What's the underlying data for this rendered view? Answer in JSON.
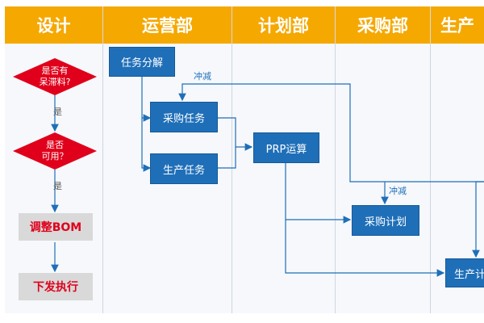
{
  "lanes": [
    "设计",
    "运营部",
    "计划部",
    "采购部",
    "生产"
  ],
  "design": {
    "decision1": "是否有\n呆滞料?",
    "yes1": "是",
    "decision2": "是否\n可用？",
    "yes2": "是",
    "adjust_bom": "调整BOM",
    "issue_execute": "下发执行"
  },
  "operations": {
    "task_breakdown": "任务分解",
    "purchase_task": "采购任务",
    "production_task": "生产任务",
    "offset_label": "冲减"
  },
  "planning": {
    "prp": "PRP运算"
  },
  "purchasing": {
    "purchase_plan": "采购计划",
    "offset_label": "冲减"
  },
  "production": {
    "production_plan": "生产计"
  },
  "colors": {
    "header_bg": "#f5a800",
    "box_blue": "#1f6fb8",
    "decision_red": "#e0001b",
    "gray_box": "#d9d9d9",
    "arrow": "#1f6fb8"
  }
}
